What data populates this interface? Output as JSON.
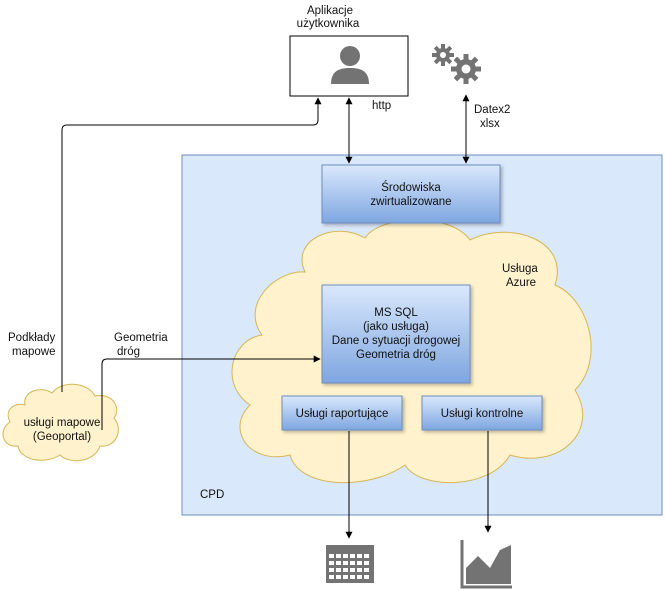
{
  "app": {
    "title_line1": "Aplikacje",
    "title_line2": "użytkownika"
  },
  "labels": {
    "http": "http",
    "datex_line1": "Datex2",
    "datex_line2": "xlsx",
    "podklady_line1": "Podkłady",
    "podklady_line2": "mapowe",
    "geometria_line1": "Geometria",
    "geometria_line2": "dróg",
    "cpd": "CPD",
    "usluga_line1": "Usługa",
    "usluga_line2": "Azure"
  },
  "boxes": {
    "srodowiska_line1": "Środowiska",
    "srodowiska_line2": "zwirtualizowane",
    "mssql_line1": "MS SQL",
    "mssql_line2": "(jako usługa)",
    "mssql_line3": "Dane o sytuacji drogowej",
    "mssql_line4": "Geometria dróg",
    "raportujace": "Usługi raportujące",
    "kontrolne": "Usługi kontrolne"
  },
  "geoportal": {
    "line1": "usługi mapowe",
    "line2": "(Geoportal)"
  },
  "colors": {
    "cpd_fill": "#dae8fc",
    "cpd_stroke": "#6c8ebf",
    "cloud_fill": "#fff2cc",
    "cloud_stroke": "#d6b656",
    "box_top": "#dae8fc",
    "box_bottom": "#7ea6e0",
    "icon_gray": "#737373"
  }
}
